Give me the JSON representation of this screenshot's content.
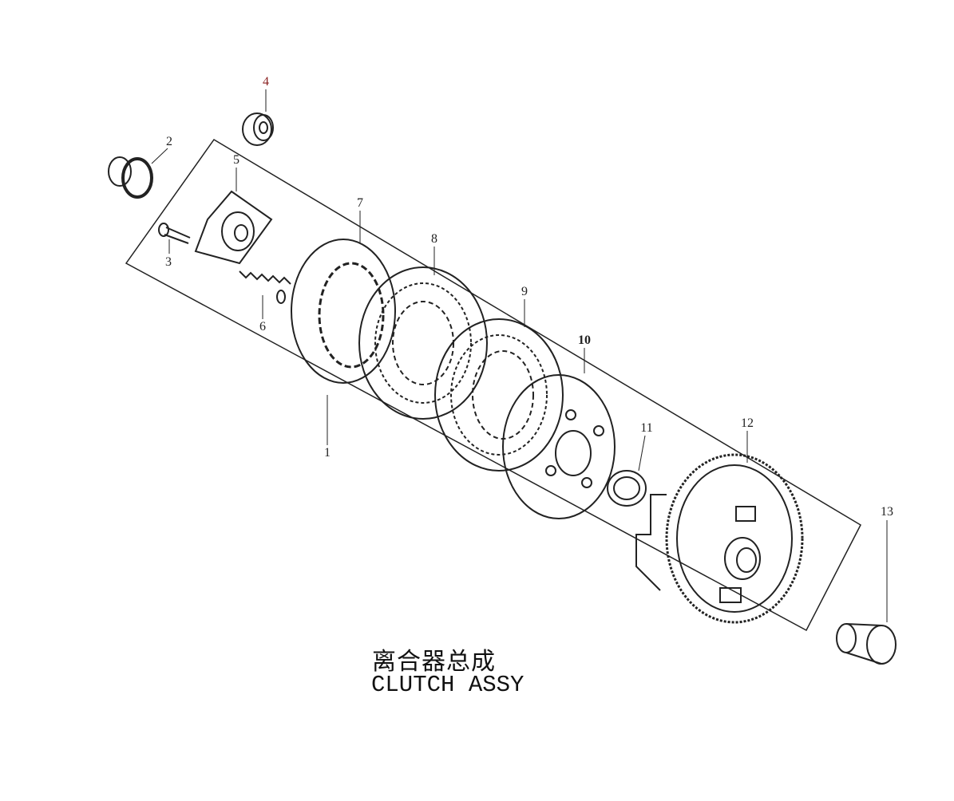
{
  "diagram": {
    "title_cn": "离合器总成",
    "title_en": "CLUTCH ASSY",
    "callouts": [
      {
        "id": "1",
        "label": "1"
      },
      {
        "id": "2",
        "label": "2"
      },
      {
        "id": "3",
        "label": "3"
      },
      {
        "id": "4",
        "label": "4"
      },
      {
        "id": "5",
        "label": "5"
      },
      {
        "id": "6",
        "label": "6"
      },
      {
        "id": "7",
        "label": "7"
      },
      {
        "id": "8",
        "label": "8"
      },
      {
        "id": "9",
        "label": "9"
      },
      {
        "id": "10",
        "label": "10"
      },
      {
        "id": "11",
        "label": "11"
      },
      {
        "id": "12",
        "label": "12"
      },
      {
        "id": "13",
        "label": "13"
      }
    ],
    "colors": {
      "line": "#222222",
      "callout_4": "#8a2020"
    }
  }
}
